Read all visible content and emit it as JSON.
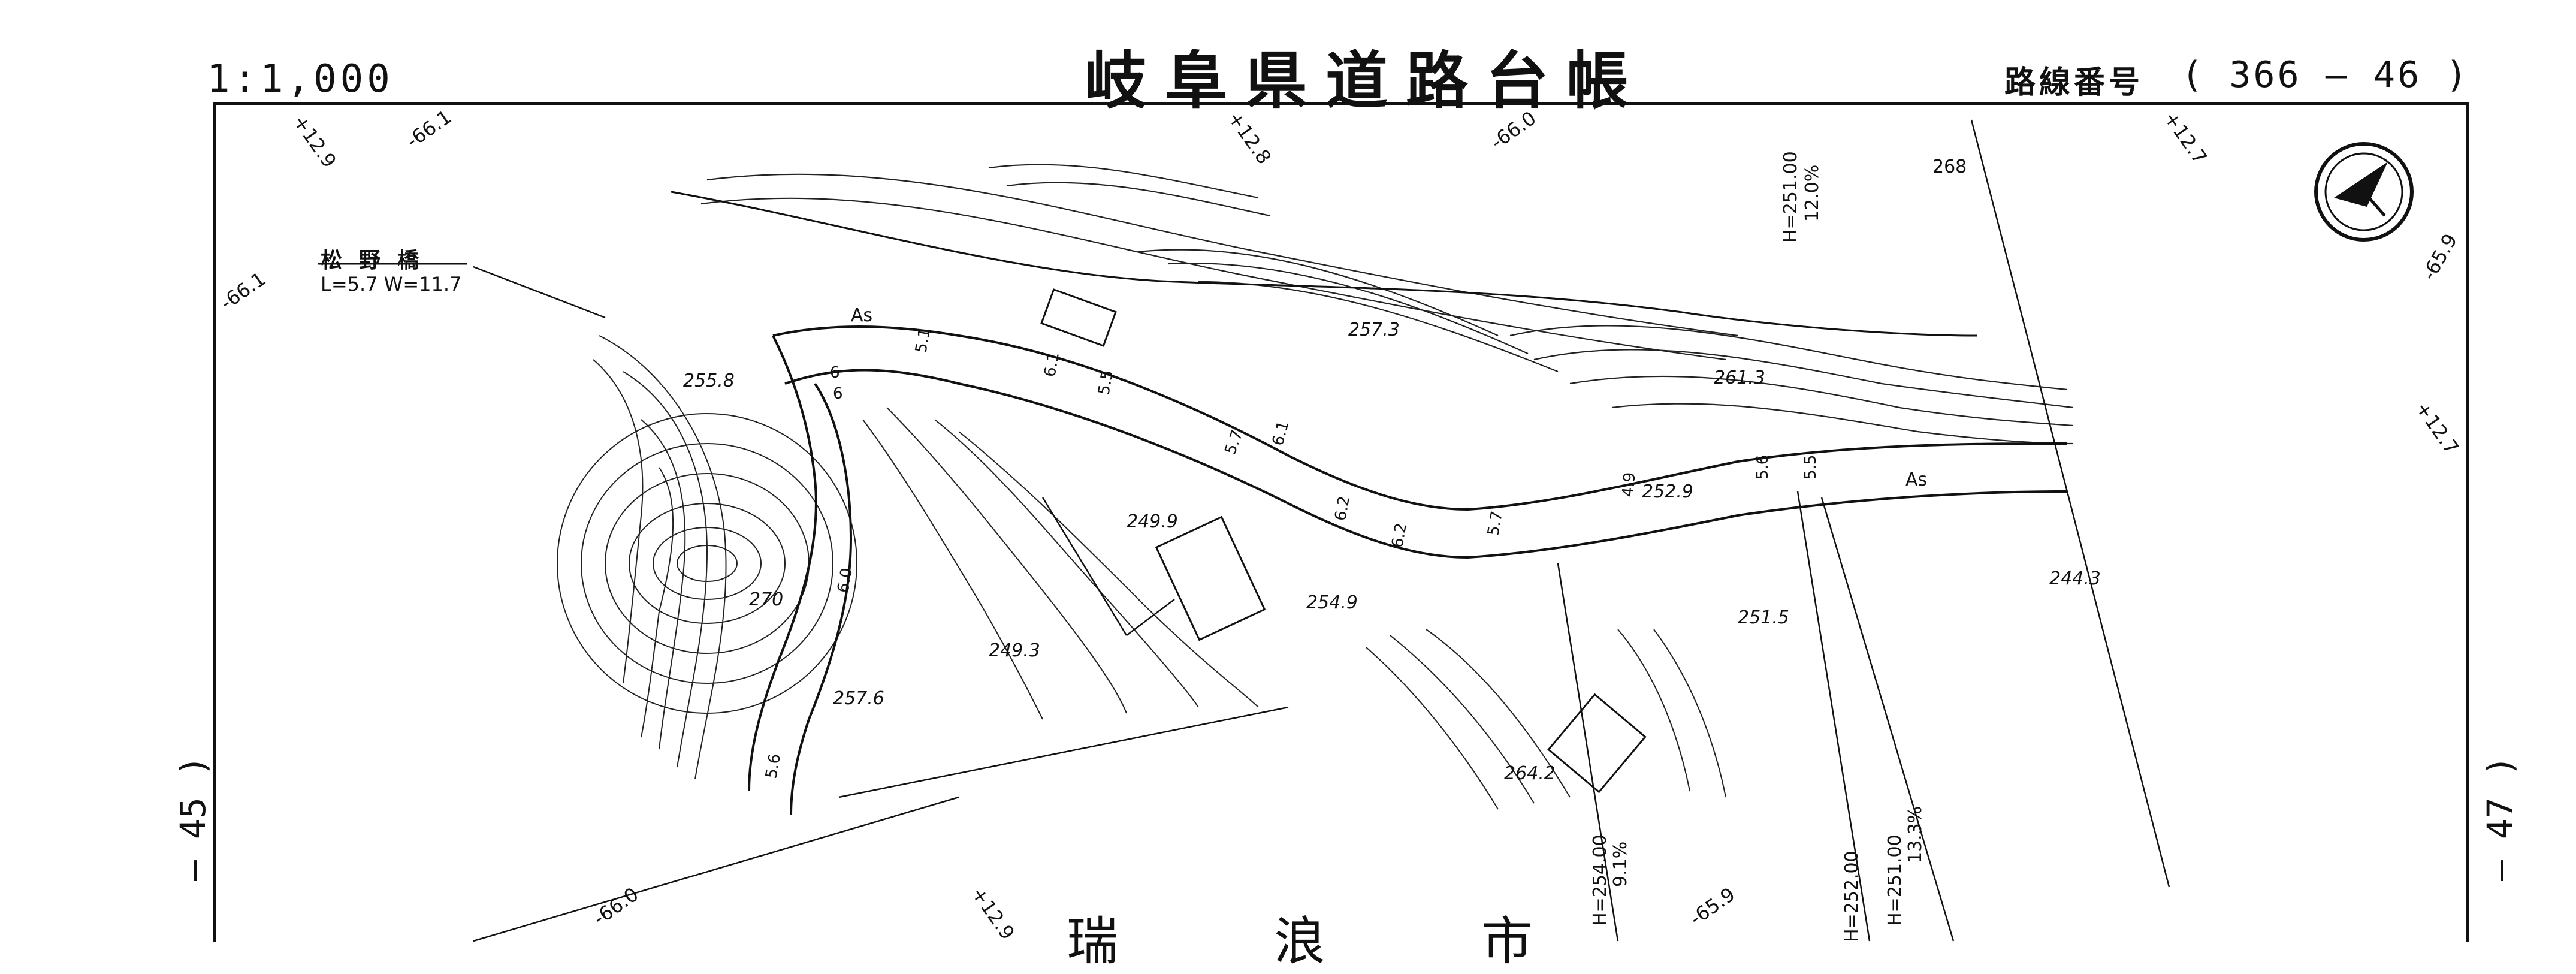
{
  "header": {
    "scale": "1:1,000",
    "title": "岐阜県道路台帳",
    "route_label": "路線番号",
    "route_number": "( 366 — 46 )"
  },
  "bridge": {
    "name": "松野橋",
    "dimensions": "L=5.7  W=11.7"
  },
  "adjacent_sheets": {
    "left": "— 45 )",
    "right": "— 47 )"
  },
  "city_name": "瑞浪市",
  "north_arrow_icon": "north-arrow-icon",
  "grid_labels": [
    "+12.9",
    "-66.1",
    "+12.8",
    "-66.0",
    "+12.7",
    "-65.9",
    "-66.1",
    "+12.7",
    "-66.0",
    "+12.9",
    "-65.9"
  ],
  "parcel": "268",
  "elevations": [
    "257.3",
    "261.3",
    "255.8",
    "252.9",
    "244.3",
    "249.9",
    "254.9",
    "251.5",
    "270",
    "249.3",
    "257.6",
    "264.2"
  ],
  "surface_labels": [
    "As",
    "As"
  ],
  "gradients": [
    {
      "h": "H=251.00",
      "pct": "12.0%"
    },
    {
      "h": "H=254.00",
      "pct": "9.1%"
    },
    {
      "h": "H=252.00",
      "pct": ""
    },
    {
      "h": "H=251.00",
      "pct": "13.3%"
    }
  ],
  "road_widths": [
    "5.1",
    "6.1",
    "5.5",
    "5.7",
    "6.2",
    "6.2",
    "5.7",
    "4.9",
    "5.6",
    "5.5",
    "6.1",
    "6",
    "6",
    "6.0",
    "5.6"
  ],
  "colors": {
    "ink": "#111111",
    "paper": "#ffffff"
  }
}
